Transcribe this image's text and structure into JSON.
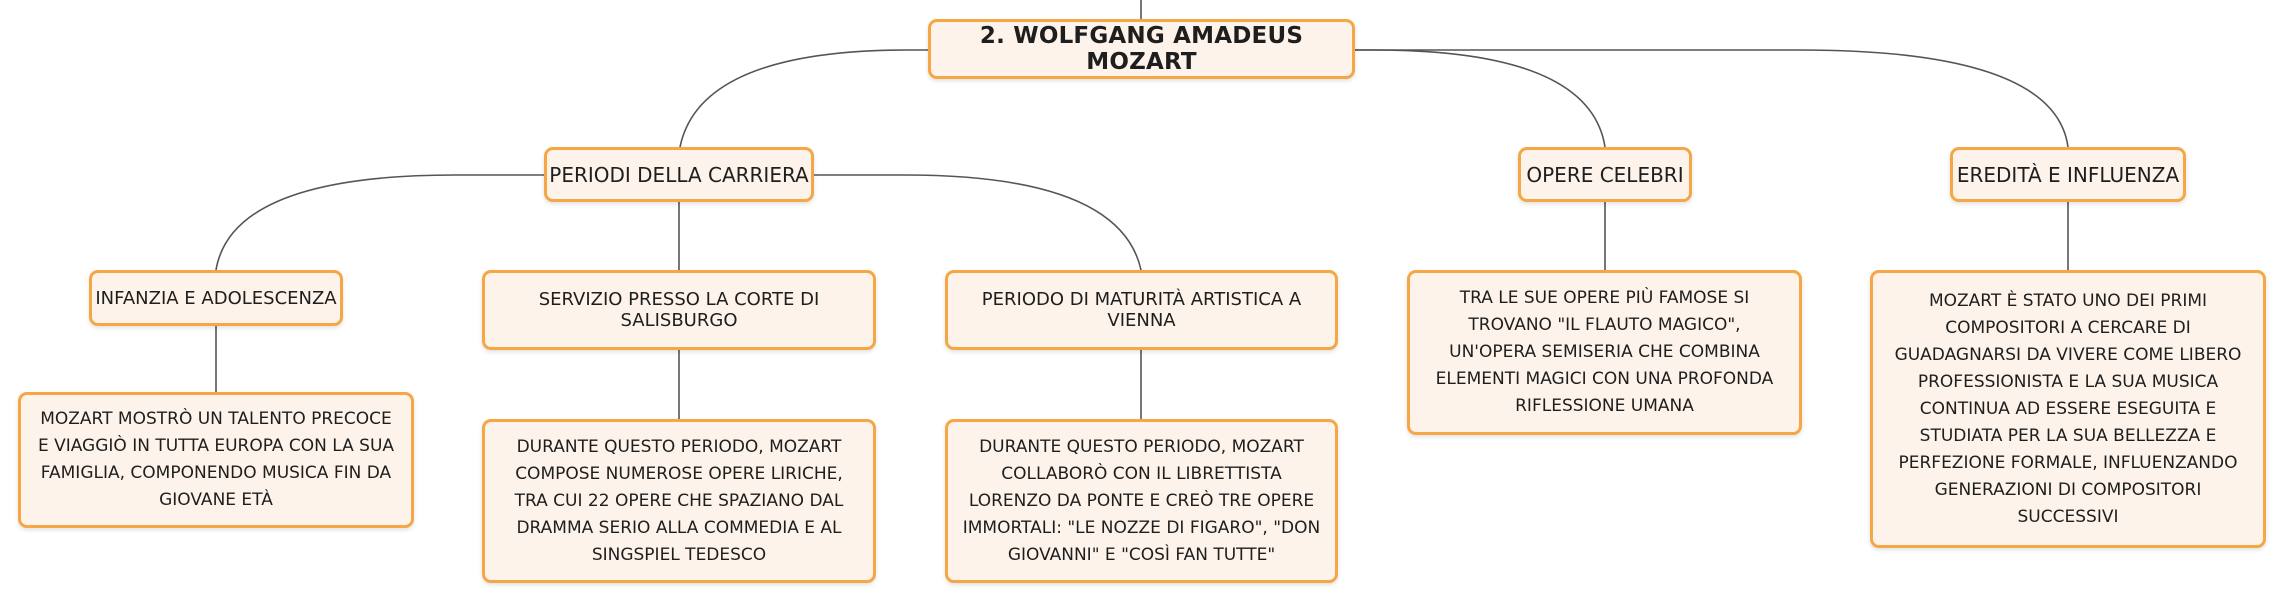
{
  "root": {
    "title": "2. WOLFGANG AMADEUS MOZART"
  },
  "branches": {
    "careers": "PERIODI DELLA CARRIERA",
    "operas": "OPERE CELEBRI",
    "legacy": "EREDITÀ E INFLUENZA"
  },
  "sub_topics": {
    "childhood": "INFANZIA E ADOLESCENZA",
    "salzburg": "SERVIZIO PRESSO LA CORTE DI SALISBURGO",
    "vienna": "PERIODO DI MATURITÀ ARTISTICA A VIENNA"
  },
  "details": {
    "childhood": "MOZART MOSTRÒ UN TALENTO PRECOCE E VIAGGIÒ IN TUTTA EUROPA CON LA SUA FAMIGLIA, COMPONENDO MUSICA FIN DA GIOVANE ETÀ",
    "salzburg": "DURANTE QUESTO PERIODO, MOZART COMPOSE NUMEROSE OPERE LIRICHE, TRA CUI 22 OPERE CHE SPAZIANO DAL DRAMMA SERIO ALLA COMMEDIA E AL SINGSPIEL TEDESCO",
    "vienna": "DURANTE QUESTO PERIODO, MOZART COLLABORÒ CON IL LIBRETTISTA LORENZO DA PONTE E CREÒ TRE OPERE IMMORTALI: \"LE NOZZE DI FIGARO\", \"DON GIOVANNI\" E \"COSÌ FAN TUTTE\"",
    "operas": "TRA LE SUE OPERE PIÙ FAMOSE SI TROVANO \"IL FLAUTO MAGICO\", UN'OPERA SEMISERIA CHE COMBINA ELEMENTI MAGICI CON UNA PROFONDA RIFLESSIONE UMANA",
    "legacy": "MOZART È STATO UNO DEI PRIMI COMPOSITORI A CERCARE DI GUADAGNARSI DA VIVERE COME LIBERO PROFESSIONISTA E LA SUA MUSICA CONTINUA AD ESSERE ESEGUITA E STUDIATA PER LA SUA BELLEZZA E PERFEZIONE FORMALE, INFLUENZANDO GENERAZIONI DI COMPOSITORI SUCCESSIVI"
  },
  "colors": {
    "node_fill": "#fdf3ea",
    "node_border": "#f5a645",
    "connector": "#555555",
    "text": "#1e1e1e"
  }
}
